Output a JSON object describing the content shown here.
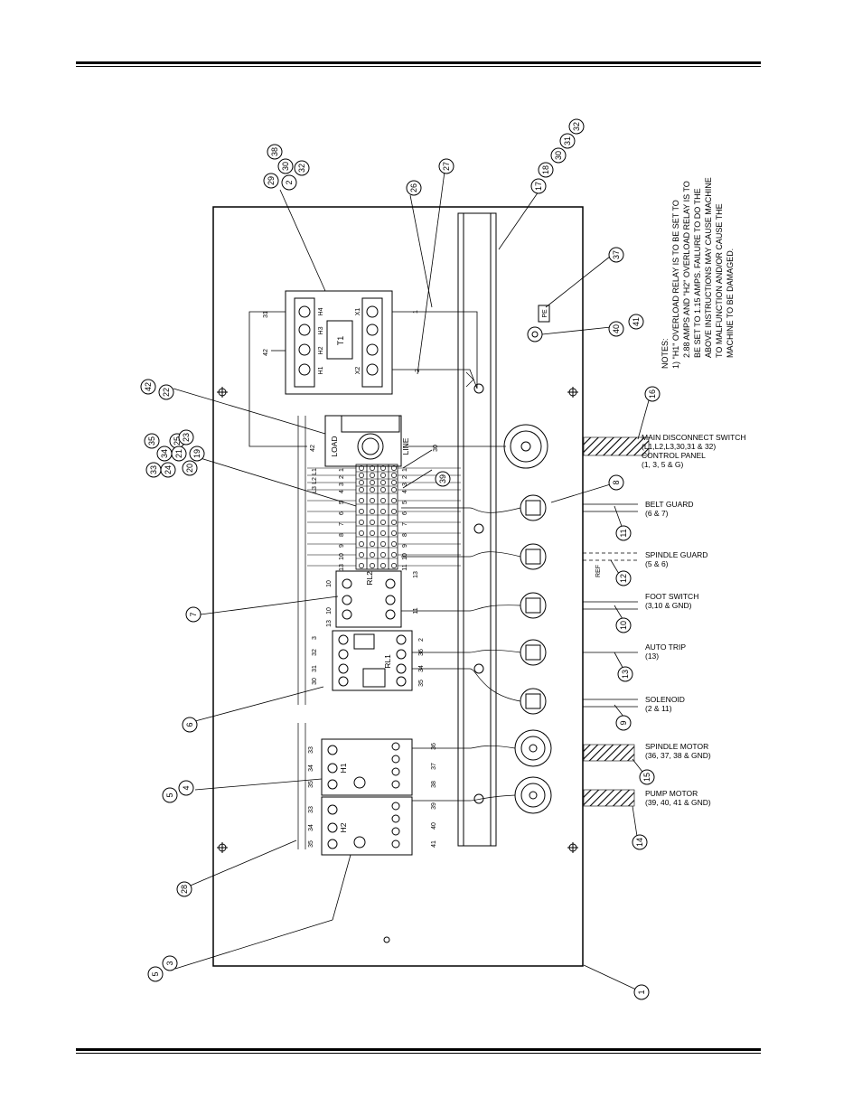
{
  "notes": {
    "heading": "NOTES:",
    "lines": [
      "1)  \"H1\" OVERLOAD RELAY IS TO BE SET TO",
      "2.88 AMPS AND \"H2\" OVERLOAD RELAY IS TO",
      "BE SET TO 1.15 AMPS. FAILURE TO DO THE",
      "ABOVE INSTRUCTIONS MAY CAUSE MACHINE",
      "TO MALFUNCTION AND/OR CAUSE THE",
      "MACHINE TO BE DAMAGED."
    ]
  },
  "connections": [
    {
      "name": "main-disconnect",
      "lines": [
        "MAIN DISCONNECT SWITCH",
        "(L1,L2,L3,30,31 & 32)",
        "CONTROL PANEL",
        "(1, 3, 5 & G)"
      ]
    },
    {
      "name": "belt-guard",
      "lines": [
        "BELT GUARD",
        "(6 & 7)"
      ]
    },
    {
      "name": "spindle-guard",
      "lines": [
        "SPINDLE GUARD",
        "(5 & 6)"
      ]
    },
    {
      "name": "foot-switch",
      "lines": [
        "FOOT SWITCH",
        "(3,10 & GND)"
      ]
    },
    {
      "name": "auto-trip",
      "lines": [
        "AUTO TRIP",
        "(13)"
      ]
    },
    {
      "name": "solenoid",
      "lines": [
        "SOLENOID",
        "(2 & 11)"
      ]
    },
    {
      "name": "spindle-motor",
      "lines": [
        "SPINDLE MOTOR",
        "(36, 37, 38 & GND)"
      ]
    },
    {
      "name": "pump-motor",
      "lines": [
        "PUMP MOTOR",
        "(39, 40, 41 & GND)"
      ]
    }
  ],
  "ref_label": "REF",
  "components": {
    "transformer": "T1",
    "transformer_terminals": [
      "H4",
      "H3",
      "H2",
      "H1",
      "X1",
      "X2"
    ],
    "breaker_load": "LOAD",
    "breaker_line": "LINE",
    "relay_rl2": "RL2",
    "relay_rl1": "RL1",
    "overload_h1": "H1",
    "overload_h2": "H2",
    "line_terms": [
      "L1",
      "L2",
      "L3"
    ],
    "pe_mark": "PE"
  },
  "wire_numbers": {
    "transformer_left": [
      "31",
      "42"
    ],
    "transformer_right": [
      "1",
      "2"
    ],
    "breaker_left": "42",
    "breaker_right": "30",
    "terminal_left": [
      "1",
      "2",
      "3",
      "4",
      "5",
      "6",
      "7",
      "8",
      "9",
      "10",
      "13"
    ],
    "terminal_right": [
      "1",
      "2",
      "3",
      "4",
      "5",
      "6",
      "7",
      "8",
      "9",
      "10",
      "11",
      "12"
    ],
    "rl2_left": [
      "10",
      "10",
      "13"
    ],
    "rl2_right": [
      "13",
      "11"
    ],
    "rl1_left": [
      "3",
      "32",
      "31",
      "30"
    ],
    "rl1_right": [
      "2",
      "36",
      "34",
      "35"
    ],
    "h1_left": [
      "33",
      "34",
      "35"
    ],
    "h1_right": [
      "36",
      "37",
      "38"
    ],
    "h2_left": [
      "33",
      "34",
      "35"
    ],
    "h2_right": [
      "39",
      "40",
      "41"
    ]
  },
  "callouts": [
    {
      "id": "c1",
      "values": [
        "1"
      ]
    },
    {
      "id": "c3",
      "values": [
        "5",
        "3"
      ]
    },
    {
      "id": "c4",
      "values": [
        "5",
        "4"
      ]
    },
    {
      "id": "c6",
      "values": [
        "6"
      ]
    },
    {
      "id": "c7",
      "values": [
        "7"
      ]
    },
    {
      "id": "c8",
      "values": [
        "8"
      ]
    },
    {
      "id": "c9",
      "values": [
        "9"
      ]
    },
    {
      "id": "c10",
      "values": [
        "10"
      ]
    },
    {
      "id": "c11",
      "values": [
        "11"
      ]
    },
    {
      "id": "c12",
      "values": [
        "12"
      ]
    },
    {
      "id": "c13",
      "values": [
        "13"
      ]
    },
    {
      "id": "c14",
      "values": [
        "14"
      ]
    },
    {
      "id": "c15",
      "values": [
        "15"
      ]
    },
    {
      "id": "c16",
      "values": [
        "16"
      ]
    },
    {
      "id": "c17",
      "values": [
        "17",
        "18",
        "30",
        "31",
        "32"
      ]
    },
    {
      "id": "c19",
      "values": [
        "35",
        "34",
        "33",
        "25",
        "21",
        "24",
        "23",
        "20",
        "19"
      ]
    },
    {
      "id": "c22",
      "values": [
        "42",
        "22"
      ]
    },
    {
      "id": "c26",
      "values": [
        "26"
      ]
    },
    {
      "id": "c27",
      "values": [
        "27"
      ]
    },
    {
      "id": "c28",
      "values": [
        "28"
      ]
    },
    {
      "id": "c29",
      "values": [
        "38",
        "30",
        "29",
        "32",
        "2"
      ]
    },
    {
      "id": "c37",
      "values": [
        "37"
      ]
    },
    {
      "id": "c39",
      "values": [
        "39"
      ]
    },
    {
      "id": "c40",
      "values": [
        "40",
        "41"
      ]
    }
  ]
}
